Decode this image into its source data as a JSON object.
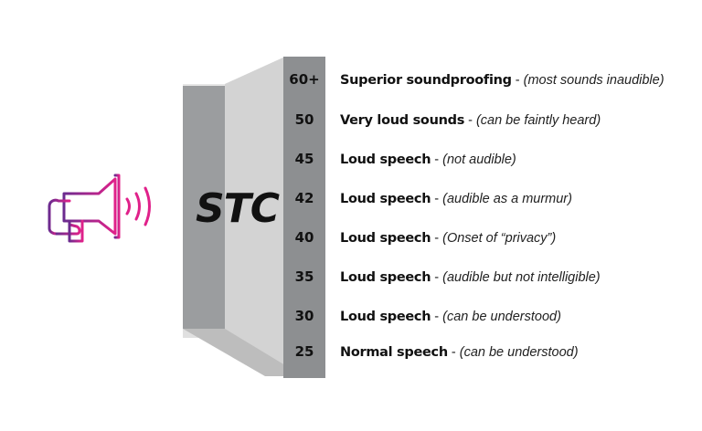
{
  "wall_label": "STC",
  "separator": " - ",
  "ratings": [
    {
      "value": "60+",
      "level": "Superior soundproofing",
      "note": "(most sounds inaudible)"
    },
    {
      "value": "50",
      "level": "Very loud sounds",
      "note": "(can be faintly heard)"
    },
    {
      "value": "45",
      "level": "Loud speech",
      "note": "(not audible)"
    },
    {
      "value": "42",
      "level": "Loud speech",
      "note": "(audible as a murmur)"
    },
    {
      "value": "40",
      "level": "Loud speech",
      "note": "(Onset of “privacy”)"
    },
    {
      "value": "35",
      "level": "Loud speech",
      "note": "(audible but not intelligible)"
    },
    {
      "value": "30",
      "level": "Loud speech",
      "note": "(can be understood)"
    },
    {
      "value": "25",
      "level": "Normal speech",
      "note": "(can be understood)"
    }
  ],
  "colors": {
    "megaphone_start": "#6b2b8f",
    "megaphone_end": "#e0218a",
    "scale_bar": "#8d8f91",
    "wall_front": "#9a9c9e",
    "wall_inner": "#d9d9d9"
  },
  "icons": {
    "megaphone": "megaphone-icon",
    "sound_waves": "sound-waves-icon"
  }
}
